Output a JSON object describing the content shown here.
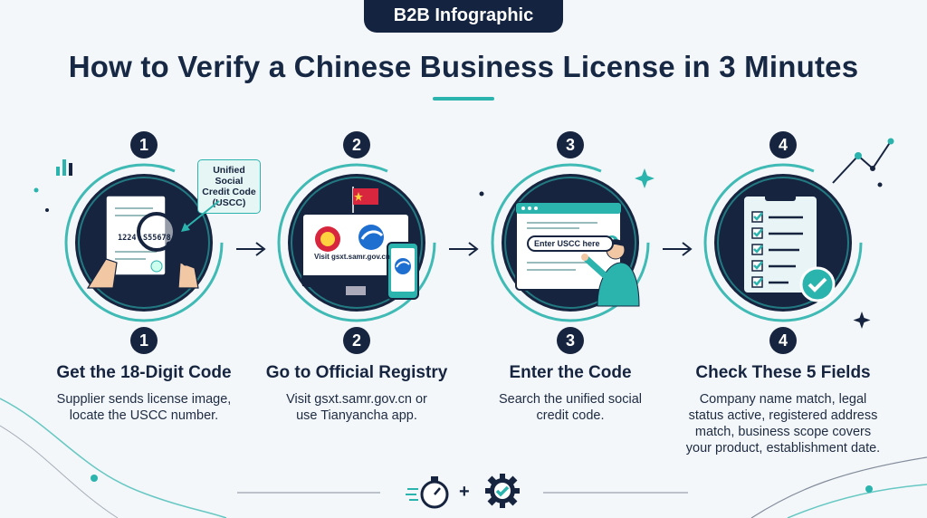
{
  "tag": "B2B Infographic",
  "title": "How to Verify a Chinese Business License in 3 Minutes",
  "colors": {
    "navy": "#16243f",
    "teal": "#2bb3ad",
    "background": "#f3f7f9"
  },
  "steps": [
    {
      "number": "1",
      "title": "Get the 18-Digit Code",
      "desc_lines": [
        "Supplier sends license image,",
        "locate the USCC number."
      ],
      "callout_lines": [
        "Unified Social",
        "Credit Code",
        "(USCC)"
      ],
      "code_text": "1224",
      "code_text2": "S55678",
      "icon": "license-magnifier-icon"
    },
    {
      "number": "2",
      "title": "Go to Official Registry",
      "desc_lines": [
        "Visit gsxt.samr.gov.cn or",
        "use Tianyancha app."
      ],
      "screen_text": "Visit gsxt.samr.gov.cn",
      "icon": "registry-computer-icon"
    },
    {
      "number": "3",
      "title": "Enter the Code",
      "desc_lines": [
        "Search the unified social",
        "credit code."
      ],
      "search_placeholder": "Enter USCC here",
      "icon": "browser-search-icon"
    },
    {
      "number": "4",
      "title": "Check These 5 Fields",
      "desc_lines": [
        "Company name match, legal",
        "status active, registered address",
        "match, business scope covers",
        "your product, establishment date."
      ],
      "icon": "checklist-clipboard-icon"
    }
  ],
  "footer": {
    "plus": "+",
    "left_icon": "stopwatch-icon",
    "right_icon": "gear-check-icon"
  }
}
